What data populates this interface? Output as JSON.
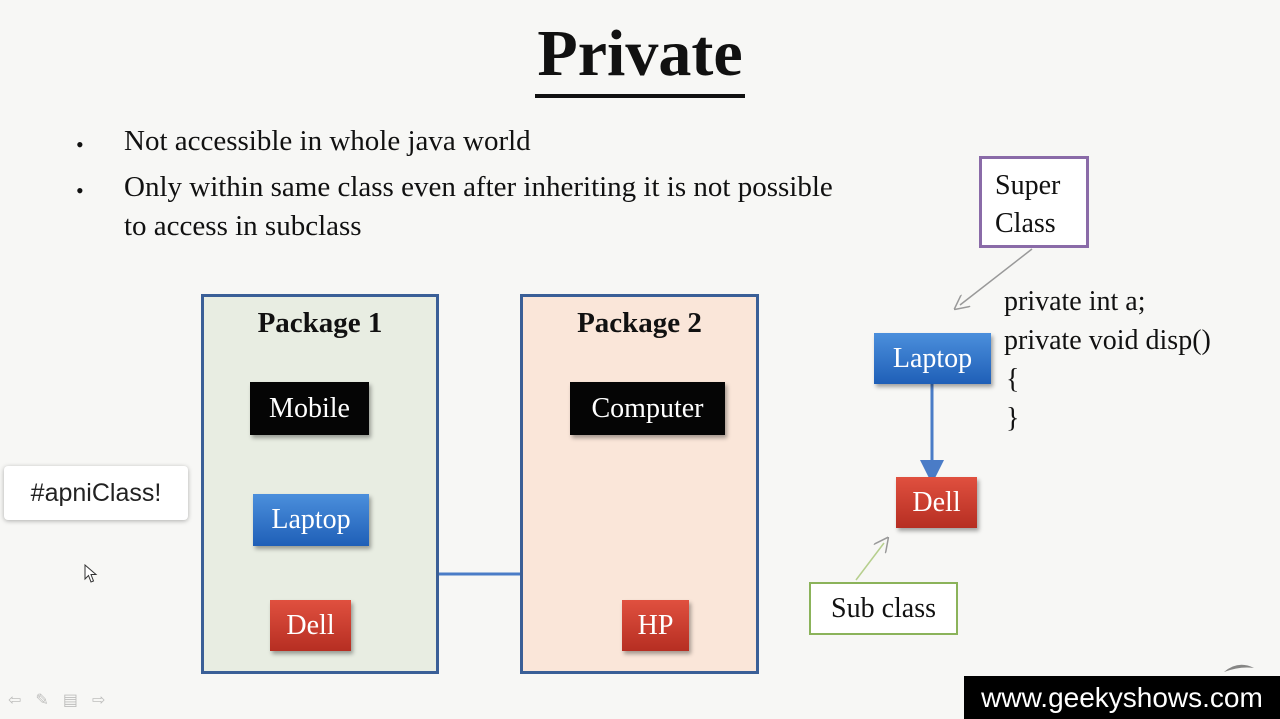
{
  "title": "Private",
  "bullets": [
    "Not accessible in whole java world",
    "Only within same class even after inheriting it is not possible",
    "to access in subclass"
  ],
  "package1": {
    "title": "Package 1",
    "class_top": "Mobile",
    "class_parent": "Laptop",
    "class_child": "Dell"
  },
  "package2": {
    "title": "Package 2",
    "class_top": "Computer",
    "class_child": "HP"
  },
  "inheritance_example": {
    "super_label_line1": "Super",
    "super_label_line2": "Class",
    "parent": "Laptop",
    "child": "Dell",
    "sub_label": "Sub class",
    "code": [
      "private int a;",
      "private void disp()",
      "{",
      "}"
    ]
  },
  "tag": "#apniClass!",
  "watermark": "www.geekyshows.com",
  "colors": {
    "package1_bg": "#e8ede2",
    "package2_bg": "#fae6d9",
    "package_border": "#3a5f97",
    "arrow_blue": "#4a7cc7",
    "super_box_border": "#8a6ba8",
    "sub_box_border": "#8bb35a"
  }
}
